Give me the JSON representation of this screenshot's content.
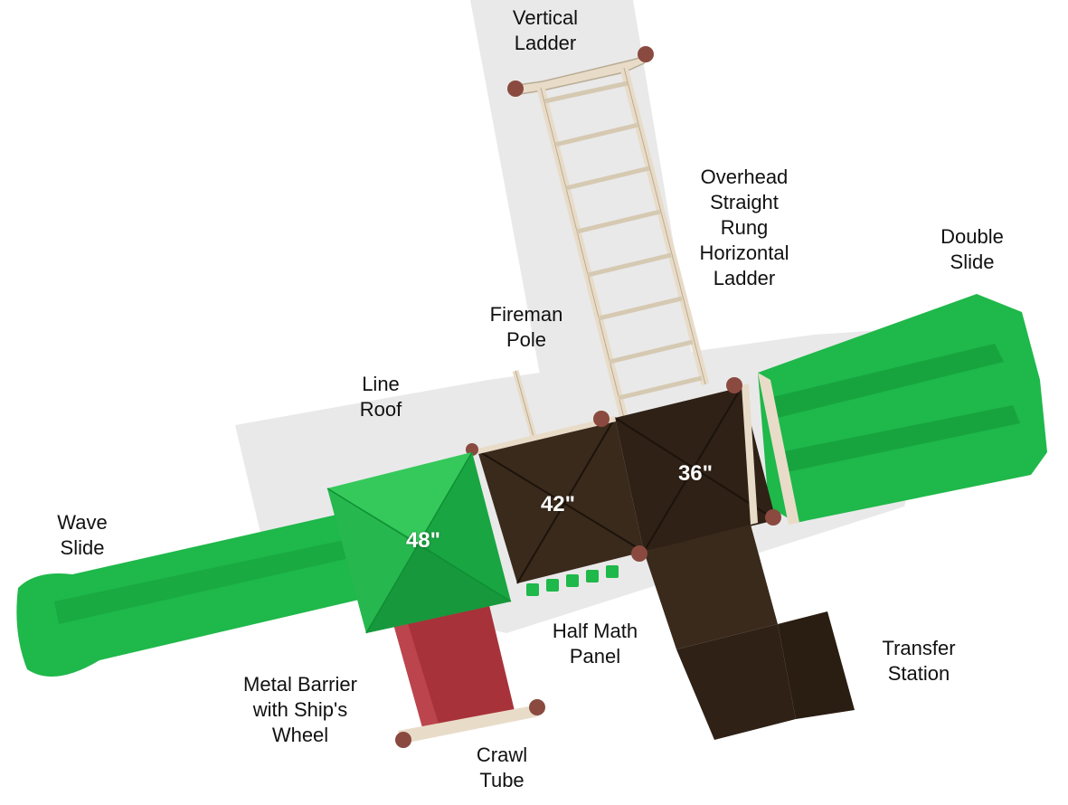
{
  "labels": {
    "vertical_ladder": [
      "Vertical",
      "Ladder"
    ],
    "overhead_ladder": [
      "Overhead",
      "Straight",
      "Rung",
      "Horizontal",
      "Ladder"
    ],
    "double_slide": [
      "Double",
      "Slide"
    ],
    "fireman_pole": [
      "Fireman",
      "Pole"
    ],
    "line_roof": [
      "Line",
      "Roof"
    ],
    "wave_slide": [
      "Wave",
      "Slide"
    ],
    "half_math_panel": [
      "Half Math",
      "Panel"
    ],
    "transfer_station": [
      "Transfer",
      "Station"
    ],
    "metal_barrier": [
      "Metal Barrier",
      "with Ship's",
      "Wheel"
    ],
    "crawl_tube": [
      "Crawl",
      "Tube"
    ]
  },
  "heights": {
    "roof_deck": "48\"",
    "mid_deck": "42\"",
    "right_deck": "36\""
  },
  "colors": {
    "slide_green": "#1fb84a",
    "slide_green_dark": "#0f8f33",
    "deck_brown": "#3a2a1c",
    "deck_brown_dark": "#2a1d12",
    "frame_tan": "#e8dcc8",
    "tube_red": "#a8323a",
    "post_cap": "#8a4a40"
  }
}
